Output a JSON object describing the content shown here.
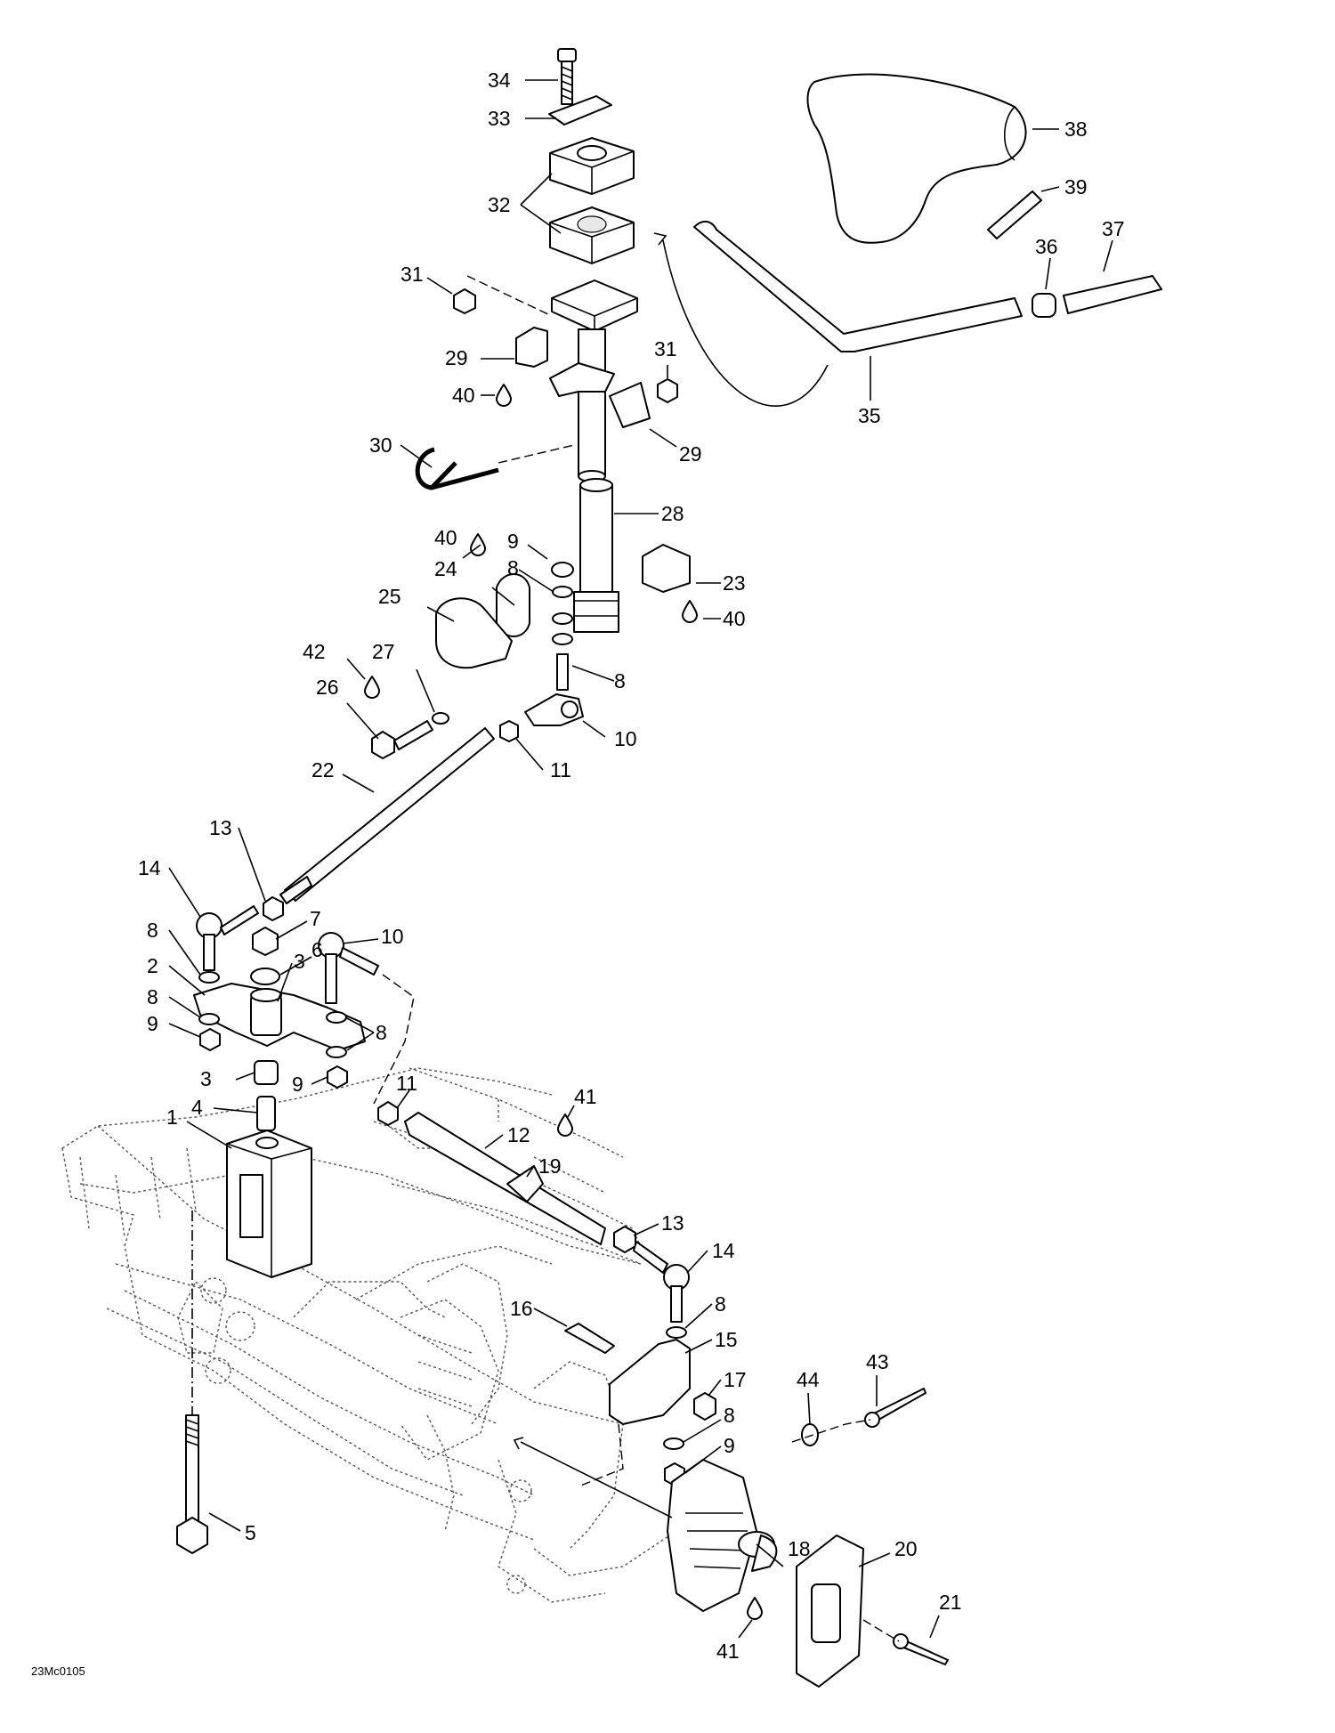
{
  "figure": {
    "code": "23Mc0105"
  },
  "callouts": [
    {
      "label": "34"
    },
    {
      "label": "33"
    },
    {
      "label": "32"
    },
    {
      "label": "31"
    },
    {
      "label": "29"
    },
    {
      "label": "40"
    },
    {
      "label": "31"
    },
    {
      "label": "29"
    },
    {
      "label": "30"
    },
    {
      "label": "28"
    },
    {
      "label": "38"
    },
    {
      "label": "39"
    },
    {
      "label": "37"
    },
    {
      "label": "36"
    },
    {
      "label": "35"
    },
    {
      "label": "40"
    },
    {
      "label": "9"
    },
    {
      "label": "24"
    },
    {
      "label": "8"
    },
    {
      "label": "25"
    },
    {
      "label": "23"
    },
    {
      "label": "40"
    },
    {
      "label": "42"
    },
    {
      "label": "27"
    },
    {
      "label": "8"
    },
    {
      "label": "26"
    },
    {
      "label": "10"
    },
    {
      "label": "11"
    },
    {
      "label": "22"
    },
    {
      "label": "13"
    },
    {
      "label": "14"
    },
    {
      "label": "7"
    },
    {
      "label": "6"
    },
    {
      "label": "8"
    },
    {
      "label": "10"
    },
    {
      "label": "2"
    },
    {
      "label": "3"
    },
    {
      "label": "8"
    },
    {
      "label": "9"
    },
    {
      "label": "8"
    },
    {
      "label": "3"
    },
    {
      "label": "9"
    },
    {
      "label": "11"
    },
    {
      "label": "4"
    },
    {
      "label": "41"
    },
    {
      "label": "1"
    },
    {
      "label": "12"
    },
    {
      "label": "19"
    },
    {
      "label": "13"
    },
    {
      "label": "14"
    },
    {
      "label": "8"
    },
    {
      "label": "16"
    },
    {
      "label": "15"
    },
    {
      "label": "17"
    },
    {
      "label": "44"
    },
    {
      "label": "43"
    },
    {
      "label": "8"
    },
    {
      "label": "9"
    },
    {
      "label": "5"
    },
    {
      "label": "18"
    },
    {
      "label": "20"
    },
    {
      "label": "21"
    },
    {
      "label": "41"
    }
  ]
}
